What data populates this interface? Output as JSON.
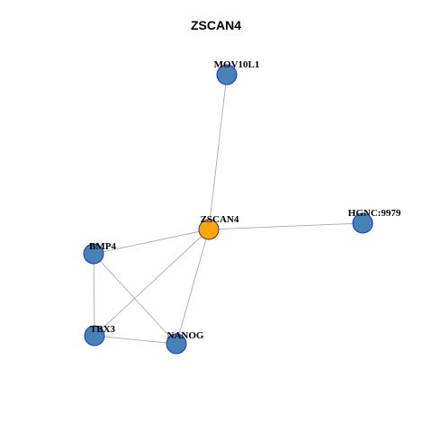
{
  "title": "ZSCAN4",
  "colors": {
    "node_fill": "#4682b4",
    "node_stroke": "#1f2fcf",
    "center_fill": "#ffa500",
    "center_stroke": "#3a3a7a",
    "edge": "#aaaaaa"
  },
  "nodes": [
    {
      "id": "ZSCAN4",
      "label": "ZSCAN4",
      "center": true
    },
    {
      "id": "MOV10L1",
      "label": "MOV10L1"
    },
    {
      "id": "HGNC:9979",
      "label": "HGNC:9979"
    },
    {
      "id": "BMP4",
      "label": "BMP4"
    },
    {
      "id": "TBX3",
      "label": "TBX3"
    },
    {
      "id": "NANOG",
      "label": "NANOG"
    }
  ],
  "edges": [
    [
      "ZSCAN4",
      "MOV10L1"
    ],
    [
      "ZSCAN4",
      "HGNC:9979"
    ],
    [
      "ZSCAN4",
      "BMP4"
    ],
    [
      "ZSCAN4",
      "TBX3"
    ],
    [
      "ZSCAN4",
      "NANOG"
    ],
    [
      "BMP4",
      "TBX3"
    ],
    [
      "BMP4",
      "NANOG"
    ],
    [
      "TBX3",
      "NANOG"
    ]
  ]
}
